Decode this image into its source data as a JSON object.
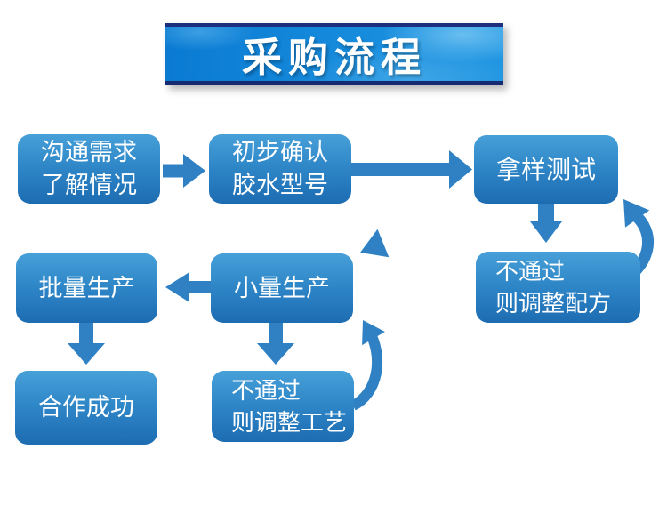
{
  "title": {
    "text": "采购流程"
  },
  "colors": {
    "banner_blue": "#168bdc",
    "banner_border": "#1c2e7d",
    "node_gradient_top": "#47a0d8",
    "node_gradient_bottom": "#1d6cb2",
    "arrow": "#2f81c4",
    "text": "#ffffff"
  },
  "flow": {
    "nodes": [
      {
        "id": "communicate-needs",
        "lines": [
          "沟通需求",
          "了解情况"
        ]
      },
      {
        "id": "confirm-glue-model",
        "lines": [
          "初步确认",
          "胶水型号"
        ]
      },
      {
        "id": "sample-test",
        "lines": [
          "拿样测试"
        ]
      },
      {
        "id": "adjust-formula",
        "lines": [
          "不通过",
          "则调整配方"
        ]
      },
      {
        "id": "mass-production",
        "lines": [
          "批量生产"
        ]
      },
      {
        "id": "small-batch-production",
        "lines": [
          "小量生产"
        ]
      },
      {
        "id": "cooperation-success",
        "lines": [
          "合作成功"
        ]
      },
      {
        "id": "adjust-process",
        "lines": [
          "不通过",
          "则调整工艺"
        ]
      }
    ],
    "edges": [
      {
        "from": "communicate-needs",
        "to": "confirm-glue-model"
      },
      {
        "from": "confirm-glue-model",
        "to": "sample-test"
      },
      {
        "from": "sample-test",
        "to": "adjust-formula"
      },
      {
        "from": "adjust-formula",
        "to": "sample-test"
      },
      {
        "from": "sample-test",
        "to": "small-batch-production"
      },
      {
        "from": "small-batch-production",
        "to": "mass-production"
      },
      {
        "from": "small-batch-production",
        "to": "adjust-process"
      },
      {
        "from": "adjust-process",
        "to": "small-batch-production"
      },
      {
        "from": "mass-production",
        "to": "cooperation-success"
      }
    ]
  }
}
